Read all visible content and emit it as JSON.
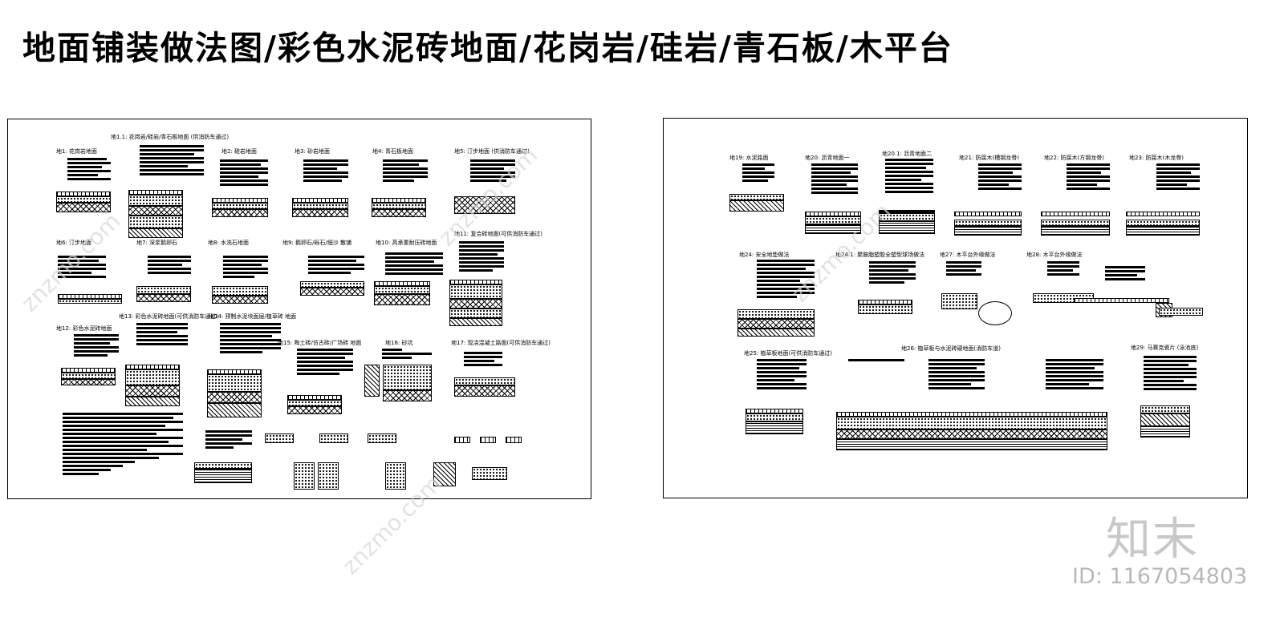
{
  "title": "地面铺装做法图/彩色水泥砖地面/花岗岩/硅岩/青石板/木平台",
  "watermark": {
    "logo": "知末",
    "id": "ID: 1167054803",
    "diagonal": "znzmo.com"
  },
  "left_sheet": {
    "labels": [
      "地1.1: 花岗岩/硅岩/青石板地面 (供消防车通过)",
      "地1:  花岗岩地面",
      "地2:  硅岩地面",
      "地3:  砂岩地面",
      "地4:  青石板地面",
      "地5:  汀步地面 (供消防车通过)",
      "地6:  汀步地面",
      "地7:  深浆鹅卵石",
      "地8:  水洗石地面",
      "地9:  鹅卵石/砾石/细沙   散铺",
      "地10:  高承重耐压砖地面",
      "地11:  复合砖地面(可供消防车通过)",
      "地12:  彩色水泥砖地面",
      "地13:  彩色水泥砖地面(可供消防车通过)",
      "地14:  预制水泥块面层/植草砖 地面",
      "地15:  陶土砖/仿古砖/广场砖   地面",
      "地16:  砂坑",
      "地17:  现浇混凝土路面(可供消防车通过)"
    ]
  },
  "right_sheet": {
    "labels": [
      "地19:  水泥路面",
      "地20:  沥青地面一",
      "地20.1:  沥青地面二",
      "地21:  防腐木(槽钢龙骨)",
      "地22:  防腐木(方钢龙骨)",
      "地23:  防腐木(木龙骨)",
      "地24:  安全地垫做法",
      "地24.1:  聚胺脂塑胶全塑型球场做法",
      "地27:  木平台外缘做法",
      "地28:  木平台外缘做法",
      "地25:  植草板地面(可供消防车通过)",
      "地26:  植草板与水泥砖硬地面(消防车道)",
      "地29:  马赛克瓷片  (泳池底)"
    ]
  }
}
